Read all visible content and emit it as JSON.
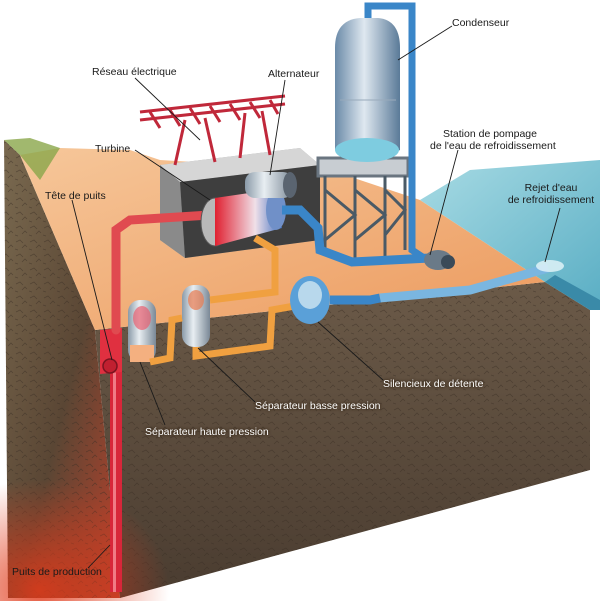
{
  "labels": {
    "condenseur": "Condenseur",
    "reseau": "Réseau électrique",
    "alternateur": "Alternateur",
    "station_l1": "Station de pompage",
    "station_l2": "de l'eau de refroidissement",
    "turbine": "Turbine",
    "rejet_l1": "Rejet d'eau",
    "rejet_l2": "de refroidissement",
    "tete": "Tête de puits",
    "silencieux": "Silencieux de détente",
    "sep_bp": "Séparateur basse pression",
    "sep_hp": "Séparateur haute pression",
    "puits": "Puits de production"
  },
  "colors": {
    "soil": "#5a4a3a",
    "ground_top": "#f0b27a",
    "water": "#7cc4d4",
    "hot_pipe": "#d8263a",
    "warm_pipe": "#f0a040",
    "cold_pipe": "#3a86c8",
    "building": "#bfbfbf",
    "pylon": "#c0283a"
  }
}
